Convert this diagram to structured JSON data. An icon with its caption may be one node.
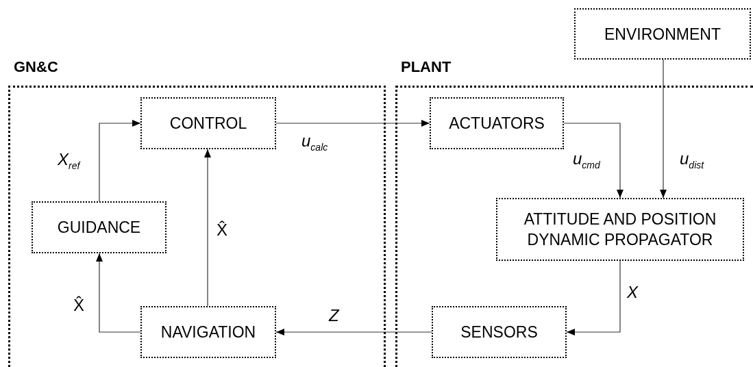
{
  "diagram": {
    "nodes": [
      {
        "text": [
          "ENVIRONMENT"
        ]
      },
      {
        "text": [
          "GN&C"
        ]
      },
      {
        "text": [
          "PLANT"
        ]
      },
      {
        "text": [
          "CONTROL"
        ],
        "in": 1
      },
      {
        "text": [
          "ACTUATORS"
        ],
        "in": 2
      },
      {
        "text": [
          "GUIDANCE"
        ],
        "in": 1
      },
      {
        "text": [
          "ATTITUDE AND POSITION DYNAMIC PROPAGATOR"
        ],
        "in": 2
      },
      {
        "text": [
          "NAVIGATION"
        ],
        "in": 1
      },
      {
        "text": [
          "SENSORS"
        ],
        "in": 2
      }
    ],
    "edges": [
      {
        "from": 3,
        "to": 4,
        "arrow": "to",
        "label": "u$_{calc}$"
      },
      {
        "from": 4,
        "to": 6,
        "arrow": "to",
        "label": "u$_{cmd}$"
      },
      {
        "from": 0,
        "to": 6,
        "arrow": "to",
        "label": "u$_{dist}$"
      },
      {
        "from": 6,
        "to": 8,
        "arrow": "to",
        "label": "X"
      },
      {
        "from": 8,
        "to": 7,
        "arrow": "to",
        "label": "Z"
      },
      {
        "from": 7,
        "to": 3,
        "arrow": "to",
        "label": "X̂"
      },
      {
        "from": 7,
        "to": 5,
        "arrow": "to",
        "label": "X̂"
      },
      {
        "from": 5,
        "to": 3,
        "arrow": "to",
        "label": "X$_{ref}$"
      }
    ]
  }
}
